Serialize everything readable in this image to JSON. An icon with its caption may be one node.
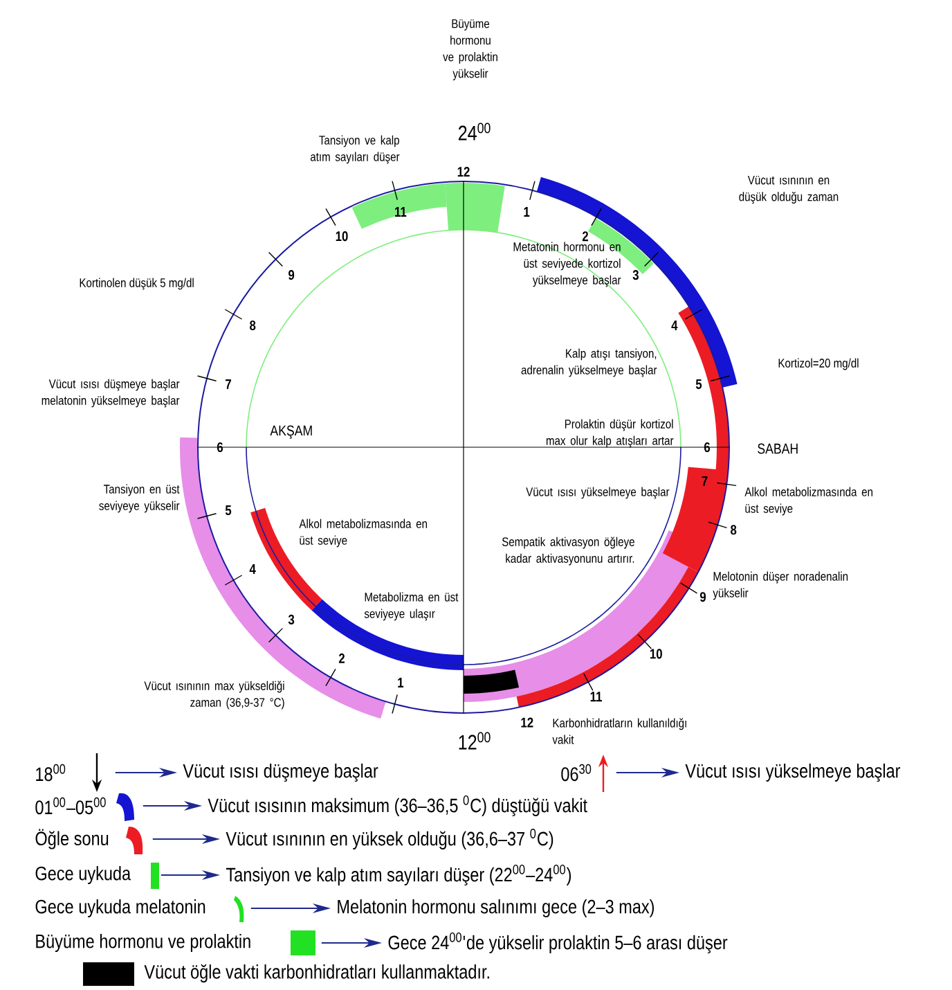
{
  "diagram": {
    "nodes": [
      {
        "text": [
          "18$^{00}$"
        ]
      },
      {
        "text": [
          "Vücut ısısı düşmeye başlar"
        ]
      },
      {
        "text": [
          "06$^{30}$"
        ]
      },
      {
        "text": [
          "Vücut ısısı yükselmeye başlar"
        ]
      },
      {
        "text": [
          "01$^{00}$–05$^{00}$"
        ]
      },
      {
        "text": [
          "Vücut ısısının maksimum (36–36,5 $^{0}$C) düştüğü vakit"
        ]
      },
      {
        "text": [
          "Öğle sonu"
        ]
      },
      {
        "text": [
          "Vücut ısınının en yüksek olduğu (36,6–37 $^{0}$C)"
        ]
      },
      {
        "text": [
          "Gece uykuda"
        ]
      },
      {
        "text": [
          "Tansiyon ve kalp atım sayıları düşer (22$^{00}$–24$^{00}$)"
        ]
      },
      {
        "text": [
          "Gece uykuda melatonin"
        ]
      },
      {
        "text": [
          "Melatonin hormonu salınımı gece (2–3 max)"
        ]
      },
      {
        "text": [
          "Büyüme hormonu ve prolaktin"
        ]
      },
      {
        "text": [
          "Gece 24$^{00}$'de yükselir prolaktin 5–6 arası düşer"
        ]
      }
    ],
    "edges": [
      {
        "from": 0,
        "to": 1,
        "arrow": "to"
      },
      {
        "from": 2,
        "to": 3,
        "arrow": "to"
      },
      {
        "from": 4,
        "to": 5,
        "arrow": "to"
      },
      {
        "from": 6,
        "to": 7,
        "arrow": "to"
      },
      {
        "from": 8,
        "to": 9,
        "arrow": "to"
      },
      {
        "from": 10,
        "to": 11,
        "arrow": "to"
      },
      {
        "from": 12,
        "to": 13,
        "arrow": "to"
      }
    ],
    "labels": [
      "Büyüme hormonu ve prolaktin yükselir",
      "24$^{00}$",
      "Tansiyon ve kalp atım sayıları düşer",
      "Vücut ısınının en düşük olduğu zaman",
      "Metatonin hormonu en üst seviyede kortizol yükselmeye başlar",
      "Kortinolen düşük 5 mg/dl",
      "Kalp atışı tansiyon, adrenalin yükselmeye başlar",
      "Kortizol=20 mg/dl",
      "Vücut ısısı düşmeye başlar melatonin yükselmeye başlar",
      "AKŞAM",
      "Prolaktin düşür kortizol max olur kalp atışları artar",
      "SABAH",
      "Tansiyon en üst seviyeye yükselir",
      "Vücut ısısı yükselmeye başlar",
      "Alkol metabolizmasında en üst seviye",
      "Alkol metabolizmasında en üst seviye",
      "Sempatik aktivasyon öğleye kadar aktivasyonunu artırır.",
      "Melotonin düşer noradenalin yükselir",
      "Metabolizma en üst seviyeye ulaşır",
      "Vücut ısınının max yükseldiği zaman (36,9-37 °C)",
      "Karbonhidratların kullanıldığı vakit",
      "12$^{00}$",
      "12",
      "1",
      "2",
      "3",
      "4",
      "5",
      "6",
      "7",
      "8",
      "9",
      "10",
      "11",
      "12",
      "1",
      "2",
      "3",
      "4",
      "5",
      "6",
      "7",
      "8",
      "9",
      "10",
      "11"
    ],
    "legend": [
      {
        "text": "Vücut öğle vakti karbonhidratları kullanmaktadır.",
        "color": "#000000"
      }
    ]
  }
}
